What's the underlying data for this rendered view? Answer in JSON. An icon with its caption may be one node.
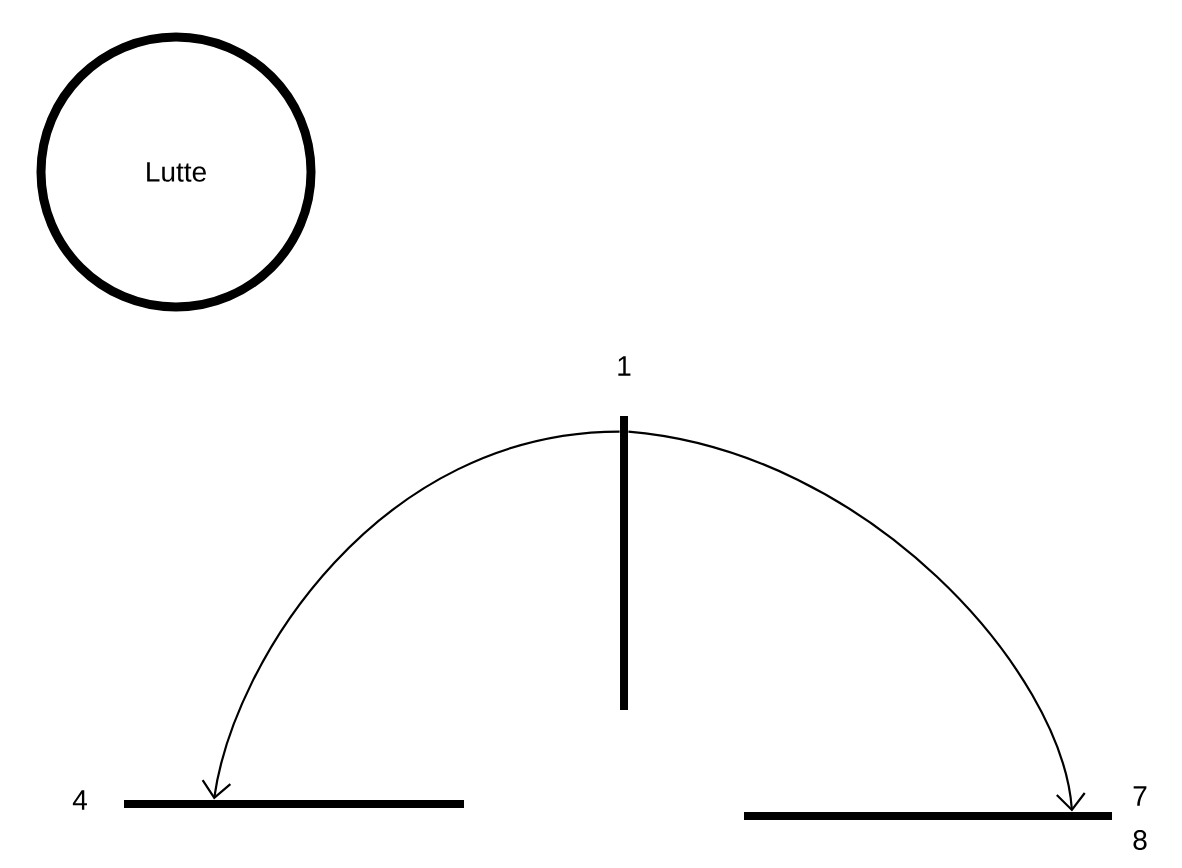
{
  "diagram": {
    "nodes": [
      {
        "text": [
          "Lutte"
        ]
      },
      {
        "text": [
          "1"
        ]
      },
      {
        "text": [
          "4"
        ]
      },
      {
        "text": [
          "7",
          "8"
        ]
      }
    ],
    "edges": [
      {
        "from": 1,
        "to": 2,
        "arrow": "to"
      },
      {
        "from": 1,
        "to": 3,
        "arrow": "to"
      }
    ]
  }
}
